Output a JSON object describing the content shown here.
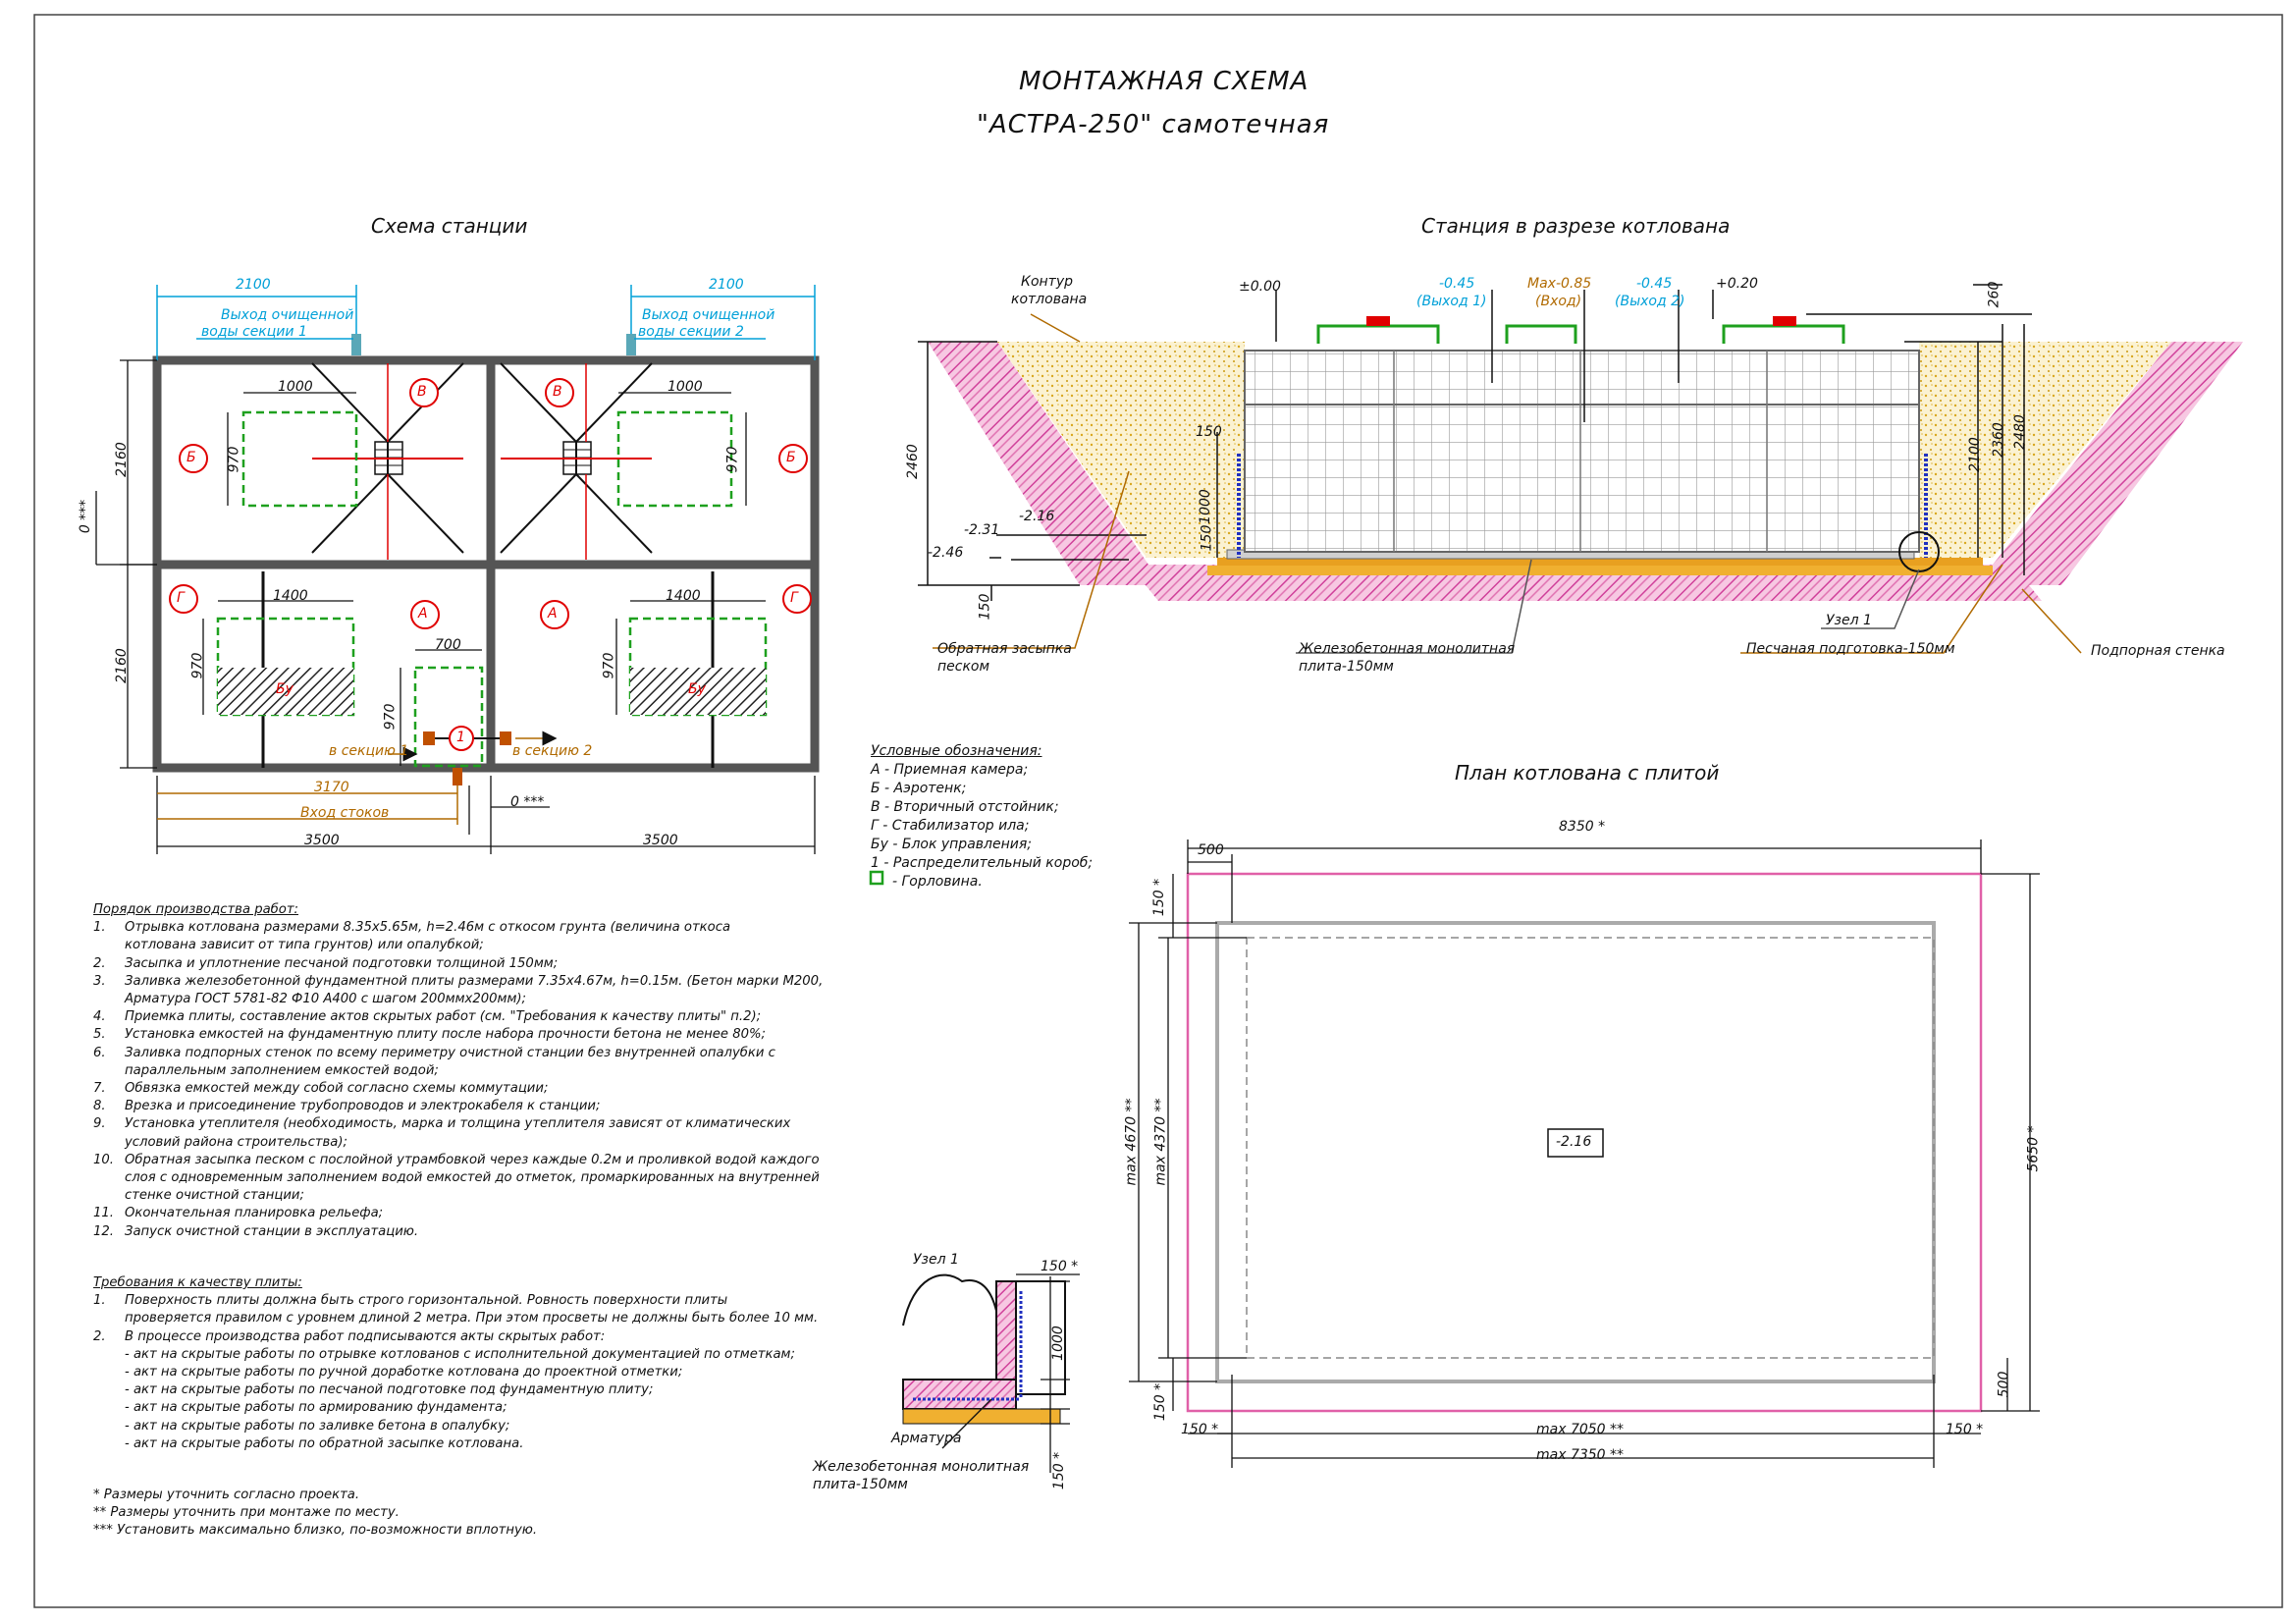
{
  "title": {
    "line1": "МОНТАЖНАЯ СХЕМА",
    "line2": "\"АСТРА-250\" самотечная"
  },
  "sections": {
    "scheme": "Схема станции",
    "section_view": "Станция в разрезе котлована",
    "plan": "План котлована с плитой"
  },
  "scheme": {
    "top_dim_left": "2100",
    "top_dim_right": "2100",
    "outlet1": [
      "Выход очищенной",
      "воды секции 1"
    ],
    "outlet2": [
      "Выход очищенной",
      "воды секции 2"
    ],
    "left_dim_top": "2160",
    "left_dim_bottom": "2160",
    "zero_left": "0 ***",
    "zero_bottom": "0 ***",
    "dim_1000_left": "1000",
    "dim_1000_right": "1000",
    "dim_970_a": "970",
    "dim_970_b": "970",
    "dim_970_c": "970",
    "dim_970_d": "970",
    "dim_970_e": "970",
    "dim_1400_left": "1400",
    "dim_1400_right": "1400",
    "dim_700": "700",
    "markers": {
      "A": "А",
      "B": "Б",
      "V": "В",
      "G": "Г",
      "one": "1",
      "bu": "Бу"
    },
    "to_section1": "в секцию 1",
    "to_section2": "в секцию 2",
    "dim_3170": "3170",
    "inlet": "Вход стоков",
    "bottom_left": "3500",
    "bottom_right": "3500"
  },
  "section_view": {
    "pit_contour": [
      "Контур",
      "котлована"
    ],
    "level_000": "±0.00",
    "level_out1": [
      "-0.45",
      "(Выход 1)"
    ],
    "level_in": [
      "Max-0.85",
      "(Вход)"
    ],
    "level_out2": [
      "-0.45",
      "(Выход 2)"
    ],
    "level_p020": "+0.20",
    "dim_260": "260",
    "dim_2460": "2460",
    "dim_150_top": "150",
    "dim_1000": "1000",
    "dim_150_mid": "150",
    "lvl_231": "-2.31",
    "lvl_216": "-2.16",
    "lvl_246": "-2.46",
    "dim_150_bot": "150",
    "dim_2100": "2100",
    "dim_2360": "2360",
    "dim_2480": "2480",
    "node": "Узел 1",
    "backfill": [
      "Обратная засыпка",
      "песком"
    ],
    "slab": [
      "Железобетонная монолитная",
      "плита-150мм"
    ],
    "sand": "Песчаная подготовка-150мм",
    "retaining": "Подпорная стенка"
  },
  "legend": {
    "heading": "Условные обозначения:",
    "items": [
      "А - Приемная камера;",
      "Б - Аэротенк;",
      "В - Вторичный отстойник;",
      "Г - Стабилизатор ила;",
      "Бу - Блок управления;",
      "1 - Распределительный короб;"
    ],
    "hatch": "- Горловина."
  },
  "procedure": {
    "heading": "Порядок производства работ:",
    "items": [
      {
        "n": "1.",
        "lines": [
          "Отрывка котлована размерами 8.35x5.65м, h=2.46м с откосом грунта (величина откоса",
          "котлована зависит от типа грунтов) или опалубкой;"
        ]
      },
      {
        "n": "2.",
        "lines": [
          "Засыпка и уплотнение песчаной подготовки толщиной 150мм;"
        ]
      },
      {
        "n": "3.",
        "lines": [
          "Заливка железобетонной фундаментной плиты размерами 7.35x4.67м, h=0.15м. (Бетон марки М200,",
          "Арматура ГОСТ 5781-82 Ф10 А400 с шагом 200ммх200мм);"
        ]
      },
      {
        "n": "4.",
        "lines": [
          "Приемка плиты, составление актов скрытых работ (см. \"Требования к качеству плиты\" п.2);"
        ]
      },
      {
        "n": "5.",
        "lines": [
          "Установка емкостей на фундаментную плиту после набора прочности бетона не менее 80%;"
        ]
      },
      {
        "n": "6.",
        "lines": [
          "Заливка подпорных стенок по всему периметру очистной станции без внутренней опалубки с",
          "параллельным заполнением емкостей водой;"
        ]
      },
      {
        "n": "7.",
        "lines": [
          "Обвязка емкостей между собой согласно схемы коммутации;"
        ]
      },
      {
        "n": "8.",
        "lines": [
          "Врезка и присоединение трубопроводов и электрокабеля к станции;"
        ]
      },
      {
        "n": "9.",
        "lines": [
          "Установка утеплителя (необходимость, марка и толщина утеплителя зависят от климатических",
          "условий района строительства);"
        ]
      },
      {
        "n": "10.",
        "lines": [
          "Обратная засыпка песком с послойной утрамбовкой через каждые 0.2м и проливкой водой каждого",
          "слоя с одновременным заполнением водой емкостей до отметок, промаркированных на внутренней",
          "стенке очистной станции;"
        ]
      },
      {
        "n": "11.",
        "lines": [
          "Окончательная планировка рельефа;"
        ]
      },
      {
        "n": "12.",
        "lines": [
          "Запуск очистной станции в эксплуатацию."
        ]
      }
    ]
  },
  "requirements": {
    "heading": "Требования к качеству плиты:",
    "items": [
      {
        "n": "1.",
        "lines": [
          "Поверхность плиты должна быть строго горизонтальной. Ровность поверхности плиты",
          "проверяется правилом с уровнем длиной 2 метра. При этом просветы не должны быть     более 10 мм."
        ]
      },
      {
        "n": "2.",
        "lines": [
          "В процессе производства работ подписываются акты скрытых работ:",
          "- акт на скрытые работы по отрывке котлованов с исполнительной документацией по отметкам;",
          "- акт на скрытые работы по ручной доработке котлована до проектной отметки;",
          "- акт на скрытые работы по песчаной подготовке под фундаментную плиту;",
          "- акт на скрытые работы по армированию фундамента;",
          "- акт на скрытые работы по заливке бетона в опалубку;",
          "- акт на скрытые работы по обратной засыпке котлована."
        ]
      }
    ]
  },
  "footnotes": [
    "* Размеры уточнить согласно проекта.",
    "** Размеры уточнить при монтаже по месту.",
    "*** Установить максимально близко, по-возможности вплотную."
  ],
  "node_detail": {
    "title": "Узел 1",
    "dim_150_top": "150 *",
    "dim_1000": "1000",
    "rebar": "Арматура",
    "slab": [
      "Железобетонная монолитная",
      "плита-150мм"
    ],
    "dim_150_bot": "150 *"
  },
  "plan": {
    "dim_8350": "8350 *",
    "dim_500_top": "500",
    "dim_150_left_top": "150 *",
    "dim_4670": "max 4670 **",
    "dim_4370": "max 4370 **",
    "level": "-2.16",
    "dim_5650": "5650 *",
    "dim_500_right": "500",
    "dim_150_left_bot": "150 *",
    "dim_150_bl": "150 *",
    "dim_7050": "max 7050 **",
    "dim_150_br": "150 *",
    "dim_7350": "max 7350 **"
  },
  "colors": {
    "cyan": "#00a0d8",
    "orange": "#b06a00",
    "red": "#e00000",
    "green": "#1ea01e",
    "pink": "#e060a8",
    "sand": "#f2d890"
  }
}
